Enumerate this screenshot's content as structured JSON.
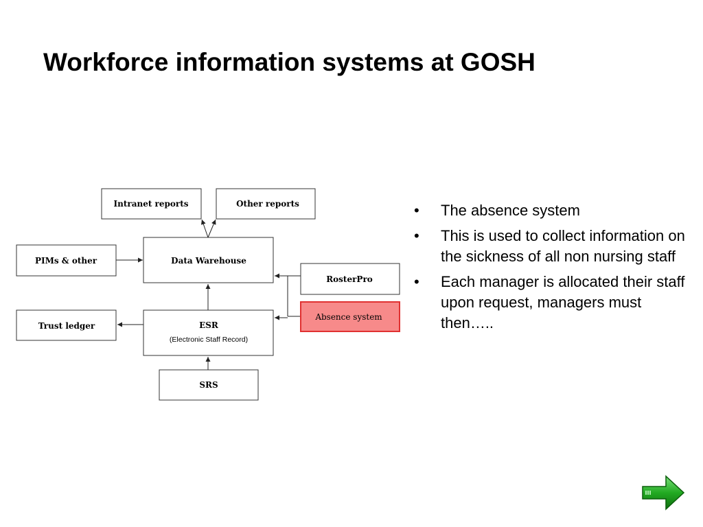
{
  "slide": {
    "title": "Workforce information systems at GOSH"
  },
  "diagram": {
    "boxes": {
      "intranet_reports": "Intranet reports",
      "other_reports": "Other reports",
      "pims_other": "PIMs & other",
      "data_warehouse": "Data Warehouse",
      "rosterpro": "RosterPro",
      "trust_ledger": "Trust ledger",
      "esr": "ESR",
      "esr_subtitle": "(Electronic Staff Record)",
      "absence_system": "Absence system",
      "srs": "SRS"
    },
    "highlight_color": "#f78a8a"
  },
  "bullets": [
    "The absence system",
    "This is used to collect information on the sickness of all non nursing staff",
    "Each manager is allocated their staff upon request, managers must then….."
  ],
  "navigation": {
    "next_icon": "next-arrow-icon",
    "accent": "#22aa22"
  }
}
